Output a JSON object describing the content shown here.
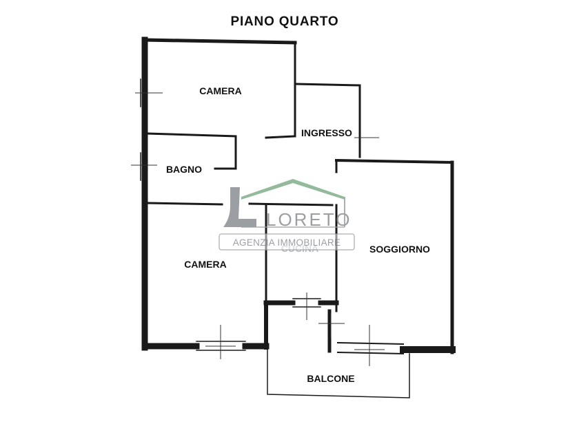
{
  "plan": {
    "title": "PIANO QUARTO"
  },
  "rooms": {
    "camera_top": "CAMERA",
    "ingresso": "INGRESSO",
    "bagno": "BAGNO",
    "camera_bottom": "CAMERA",
    "cucina": "CUCINA",
    "soggiorno": "SOGGIORNO",
    "balcone": "BALCONE"
  },
  "watermark": {
    "logo_word": "LORETO",
    "tagline": "AGENZIA IMMOBILIARE"
  },
  "colors": {
    "wall": "#1a1a1a",
    "watermark_gray": "#8a8f93",
    "watermark_green": "#7fae8a"
  }
}
